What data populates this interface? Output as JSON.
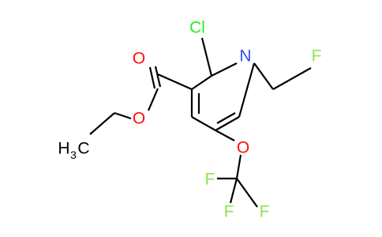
{
  "molecule": {
    "atoms": {
      "cl": "Cl",
      "n": "N",
      "f_fluoromethyl": "F",
      "o_carbonyl": "O",
      "o_ester": "O",
      "o_ether": "O",
      "f_top": "F",
      "f_left": "F",
      "f_right": "F",
      "methyl_h": "H",
      "methyl_sub": "3",
      "methyl_c": "C"
    },
    "colors": {
      "bond": "#000000",
      "carbon": "#000000",
      "oxygen": "#ff0d0d",
      "nitrogen": "#3050f8",
      "chlorine": "#1ff01f",
      "fluorine": "#90e050"
    }
  }
}
